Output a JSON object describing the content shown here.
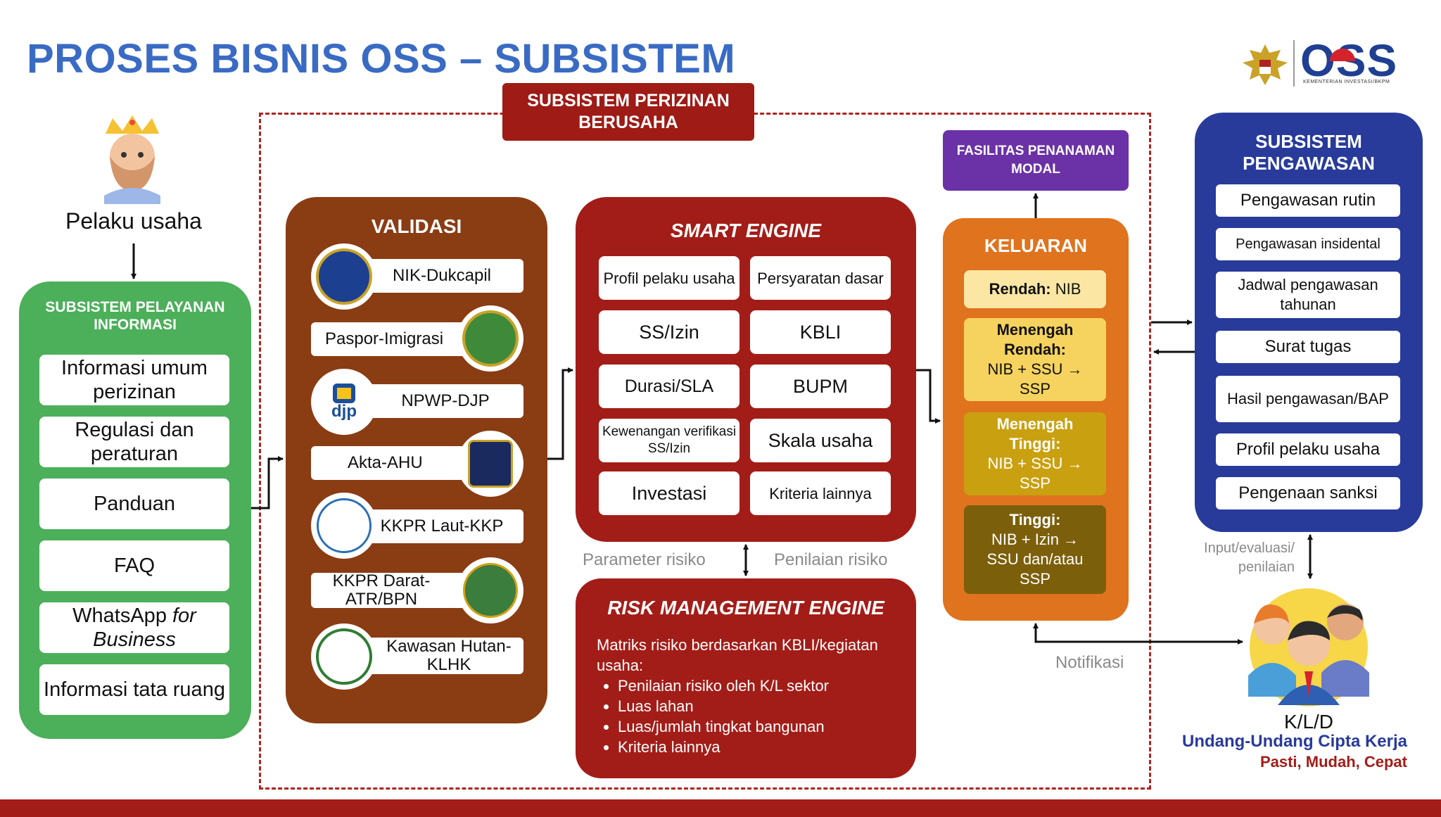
{
  "title": "PROSES BISNIS OSS – SUBSISTEM",
  "logo": {
    "text": "OSS",
    "subtitle": "KEMENTERIAN INVESTASI/BKPM"
  },
  "pelaku": {
    "label": "Pelaku usaha"
  },
  "pelayanan": {
    "title": "SUBSISTEM PELAYANAN INFORMASI",
    "items": [
      {
        "text": "Informasi umum perizinan"
      },
      {
        "text": "Regulasi dan peraturan"
      },
      {
        "text": "Panduan"
      },
      {
        "text": "FAQ"
      },
      {
        "pre": "WhatsApp ",
        "em": "for Business"
      },
      {
        "text": "Informasi tata ruang"
      }
    ]
  },
  "perizinan": {
    "title": "SUBSISTEM PERIZINAN BERUSAHA"
  },
  "validasi": {
    "title": "VALIDASI",
    "items": [
      "NIK-Dukcapil",
      "Paspor-Imigrasi",
      "NPWP-DJP",
      "Akta-AHU",
      "KKPR Laut-KKP",
      "KKPR Darat-ATR/BPN",
      "Kawasan Hutan-KLHK"
    ],
    "djp_logo_text": "djp"
  },
  "smart_engine": {
    "title": "SMART ENGINE",
    "items": [
      "Profil pelaku usaha",
      "Persyaratan dasar",
      "SS/Izin",
      "KBLI",
      "Durasi/SLA",
      "BUPM",
      "Kewenangan verifikasi SS/Izin",
      "Skala usaha",
      "Investasi",
      "Kriteria lainnya"
    ]
  },
  "labels": {
    "parameter": "Parameter risiko",
    "penilaian": "Penilaian risiko",
    "notifikasi": "Notifikasi",
    "input": "Input/evaluasi/ penilaian"
  },
  "risk_engine": {
    "title": "RISK MANAGEMENT ENGINE",
    "intro": "Matriks risiko berdasarkan KBLI/kegiatan usaha:",
    "bullets": [
      "Penilaian risiko oleh K/L sektor",
      "Luas lahan",
      "Luas/jumlah tingkat bangunan",
      "Kriteria lainnya"
    ]
  },
  "fasilitas": {
    "title": "FASILITAS PENANAMAN MODAL"
  },
  "keluaran": {
    "title": "KELUARAN",
    "rendah": {
      "bold": "Rendah:",
      "rest": "NIB"
    },
    "menengah_rendah": {
      "bold": "Menengah Rendah:",
      "rest": "NIB + SSU → SSP"
    },
    "menengah_tinggi": {
      "bold": "Menengah Tinggi:",
      "rest": "NIB + SSU → SSP"
    },
    "tinggi": {
      "bold": "Tinggi:",
      "rest": "NIB + Izin → SSU dan/atau SSP"
    }
  },
  "pengawasan": {
    "title": "SUBSISTEM PENGAWASAN",
    "items": [
      "Pengawasan rutin",
      "Pengawasan insidental",
      "Jadwal pengawasan tahunan",
      "Surat tugas",
      "Hasil pengawasan/BAP",
      "Profil pelaku usaha",
      "Pengenaan sanksi"
    ]
  },
  "kld": {
    "label": "K/L/D"
  },
  "footer": {
    "line1": "Undang-Undang Cipta Kerja",
    "line2": "Pasti, Mudah, Cepat"
  },
  "colors": {
    "title_blue": "#3a6bc4",
    "green": "#4caf5a",
    "validasi_brown": "#8a3c13",
    "engine_red": "#a31d18",
    "purple": "#6a32a6",
    "orange": "#e0731e",
    "navy": "#283b9b"
  }
}
